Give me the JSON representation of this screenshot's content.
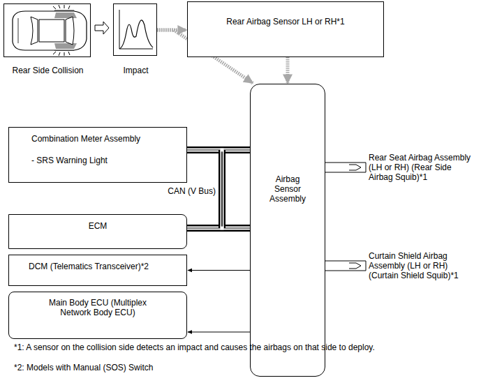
{
  "diagram": {
    "nodes": [
      {
        "text": [
          "Rear Side Collision"
        ]
      },
      {
        "text": [
          "Impact"
        ]
      },
      {
        "text": [
          "Rear Airbag Sensor LH or RH*1"
        ]
      },
      {
        "text": [
          "Airbag Sensor Assembly"
        ]
      },
      {
        "text": [
          "Combination Meter Assembly",
          "- SRS Warning Light"
        ]
      },
      {
        "text": [
          "ECM"
        ]
      },
      {
        "text": [
          "DCM (Telematics Transceiver)*2"
        ]
      },
      {
        "text": [
          "Main Body ECU (Multiplex Network Body ECU)"
        ]
      },
      {
        "text": [
          "Rear Seat Airbag Assembly (LH or RH) (Rear Side Airbag Squib)*1"
        ]
      },
      {
        "text": [
          "Curtain Shield Airbag Assembly (LH or RH) (Curtain Shield Squib)*1"
        ]
      }
    ],
    "edges": [
      {
        "from": 0,
        "to": 1,
        "arrow": "to"
      },
      {
        "from": 1,
        "to": 2,
        "arrow": "to"
      },
      {
        "from": 1,
        "to": 3,
        "arrow": "to"
      },
      {
        "from": 2,
        "to": 3,
        "arrow": "to"
      },
      {
        "from": 4,
        "to": 3,
        "label": "CAN (V Bus)",
        "arrow": "none"
      },
      {
        "from": 5,
        "to": 3,
        "arrow": "none"
      },
      {
        "from": 3,
        "to": 6,
        "arrow": "to"
      },
      {
        "from": 3,
        "to": 7,
        "arrow": "to"
      },
      {
        "from": 3,
        "to": 8,
        "arrow": "none"
      },
      {
        "from": 3,
        "to": 9,
        "arrow": "none"
      }
    ],
    "labels": [
      "*1: A sensor on the collision side detects an impact and causes the airbags on that side to deploy.",
      "*2: Models with Manual (SOS) Switch"
    ]
  }
}
